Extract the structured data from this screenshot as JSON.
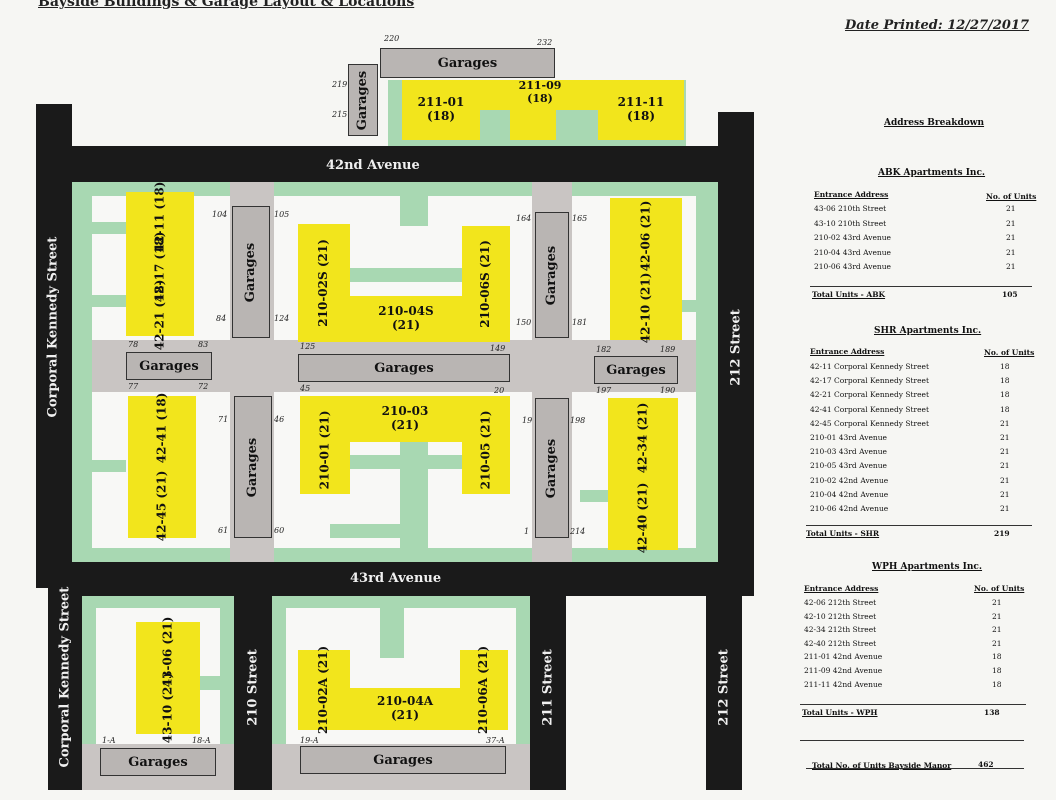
{
  "title": "Bayside Buildings & Garage Layout & Locations",
  "date_printed": "Date Printed: 12/27/2017",
  "streets": {
    "ave42": "42nd Avenue",
    "ave43": "43rd Avenue",
    "ck_upper": "Corporal Kennedy Street",
    "ck_lower": "Corporal Kennedy Street",
    "s212_upper": "212 Street",
    "s212_lower": "212 Street",
    "s210": "210 Street",
    "s211": "211 Street"
  },
  "garage_label": "Garages",
  "buildings": {
    "b211_01": "211-01\n(18)",
    "b211_09": "211-09\n(18)",
    "b211_11": "211-11\n(18)",
    "b42_11": "42-11 (18)",
    "b42_17": "42-17 (18)",
    "b42_21": "42-21 (18)",
    "b210_02S": "210-02S (21)",
    "b210_04S": "210-04S\n(21)",
    "b210_06S": "210-06S (21)",
    "b42_06": "42-06 (21)",
    "b42_10": "42-10 (21)",
    "b42_41": "42-41 (18)",
    "b42_45": "42-45 (21)",
    "b210_03": "210-03\n(21)",
    "b210_01": "210-01 (21)",
    "b210_05": "210-05 (21)",
    "b42_34": "42-34 (21)",
    "b42_40": "42-40 (21)",
    "b43_06": "43-06 (21)",
    "b43_10": "43-10 (21)",
    "b210_02A": "210-02A (21)",
    "b210_04A": "210-04A\n(21)",
    "b210_06A": "210-06A (21)"
  },
  "garage_numbers": {
    "n220": "220",
    "n232": "232",
    "n219": "219",
    "n215": "215",
    "n104": "104",
    "n105": "105",
    "n84": "84",
    "n124": "124",
    "n164": "164",
    "n165": "165",
    "n150": "150",
    "n181": "181",
    "n78": "78",
    "n83": "83",
    "n77": "77",
    "n72": "72",
    "n125": "125",
    "n149": "149",
    "n45": "45",
    "n20": "20",
    "n182": "182",
    "n189": "189",
    "n197": "197",
    "n190": "190",
    "n71": "71",
    "n46": "46",
    "n61": "61",
    "n60": "60",
    "n19": "19",
    "n198": "198",
    "n1": "1",
    "n214": "214",
    "n1A": "1-A",
    "n18A": "18-A",
    "n19A": "19-A",
    "n37A": "37-A"
  },
  "breakdown": {
    "heading": "Address Breakdown",
    "col_entrance": "Entrance Address",
    "col_units": "No. of Units",
    "abk": {
      "name": "ABK Apartments Inc.",
      "rows": [
        {
          "addr": "43-06 210th Street",
          "units": "21"
        },
        {
          "addr": "43-10 210th Street",
          "units": "21"
        },
        {
          "addr": "210-02 43rd Avenue",
          "units": "21"
        },
        {
          "addr": "210-04 43rd Avenue",
          "units": "21"
        },
        {
          "addr": "210-06 43rd Avenue",
          "units": "21"
        }
      ],
      "total_label": "Total Units - ABK",
      "total": "105"
    },
    "shr": {
      "name": "SHR Apartments Inc.",
      "rows": [
        {
          "addr": "42-11 Corporal Kennedy Street",
          "units": "18"
        },
        {
          "addr": "42-17 Corporal Kennedy Street",
          "units": "18"
        },
        {
          "addr": "42-21 Corporal Kennedy Street",
          "units": "18"
        },
        {
          "addr": "42-41 Corporal Kennedy Street",
          "units": "18"
        },
        {
          "addr": "42-45 Corporal Kennedy Street",
          "units": "21"
        },
        {
          "addr": "210-01 43rd Avenue",
          "units": "21"
        },
        {
          "addr": "210-03 43rd Avenue",
          "units": "21"
        },
        {
          "addr": "210-05 43rd Avenue",
          "units": "21"
        },
        {
          "addr": "210-02 42nd Avenue",
          "units": "21"
        },
        {
          "addr": "210-04 42nd Avenue",
          "units": "21"
        },
        {
          "addr": "210-06 42nd Avenue",
          "units": "21"
        }
      ],
      "total_label": "Total Units - SHR",
      "total": "219"
    },
    "wph": {
      "name": "WPH Apartments Inc.",
      "rows": [
        {
          "addr": "42-06 212th Street",
          "units": "21"
        },
        {
          "addr": "42-10 212th Street",
          "units": "21"
        },
        {
          "addr": "42-34 212th Street",
          "units": "21"
        },
        {
          "addr": "42-40 212th Street",
          "units": "21"
        },
        {
          "addr": "211-01 42nd Avenue",
          "units": "18"
        },
        {
          "addr": "211-09 42nd Avenue",
          "units": "18"
        },
        {
          "addr": "211-11 42nd Avenue",
          "units": "18"
        }
      ],
      "total_label": "Total Units - WPH",
      "total": "138"
    },
    "grand_label": "Total No. of Units Bayside Manor",
    "grand_total": "462"
  }
}
